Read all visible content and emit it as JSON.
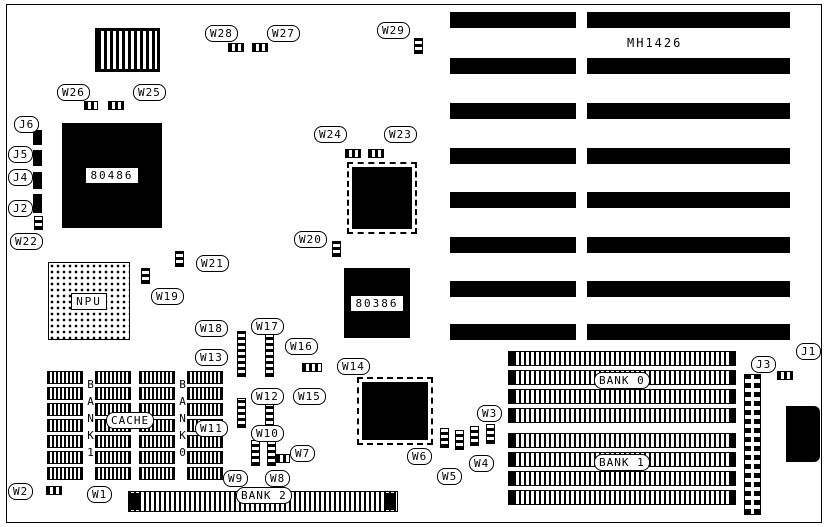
{
  "board": {
    "model": "MH1426"
  },
  "chips": {
    "cpu": "80486",
    "npu": "NPU",
    "proc386": "80386"
  },
  "memory": {
    "bank0": "BANK 0",
    "bank1": "BANK 1",
    "bank2": "BANK 2",
    "cache": "CACHE",
    "cache_bank1": "BANK1",
    "cache_bank0": "BANK0"
  },
  "jumpers": {
    "W1": "W1",
    "W2": "W2",
    "W3": "W3",
    "W4": "W4",
    "W5": "W5",
    "W6": "W6",
    "W7": "W7",
    "W8": "W8",
    "W9": "W9",
    "W10": "W10",
    "W11": "W11",
    "W12": "W12",
    "W13": "W13",
    "W14": "W14",
    "W15": "W15",
    "W16": "W16",
    "W17": "W17",
    "W18": "W18",
    "W19": "W19",
    "W20": "W20",
    "W21": "W21",
    "W22": "W22",
    "W23": "W23",
    "W24": "W24",
    "W25": "W25",
    "W26": "W26",
    "W27": "W27",
    "W28": "W28",
    "W29": "W29"
  },
  "connectors": {
    "J1": "J1",
    "J2": "J2",
    "J3": "J3",
    "J4": "J4",
    "J5": "J5",
    "J6": "J6"
  }
}
